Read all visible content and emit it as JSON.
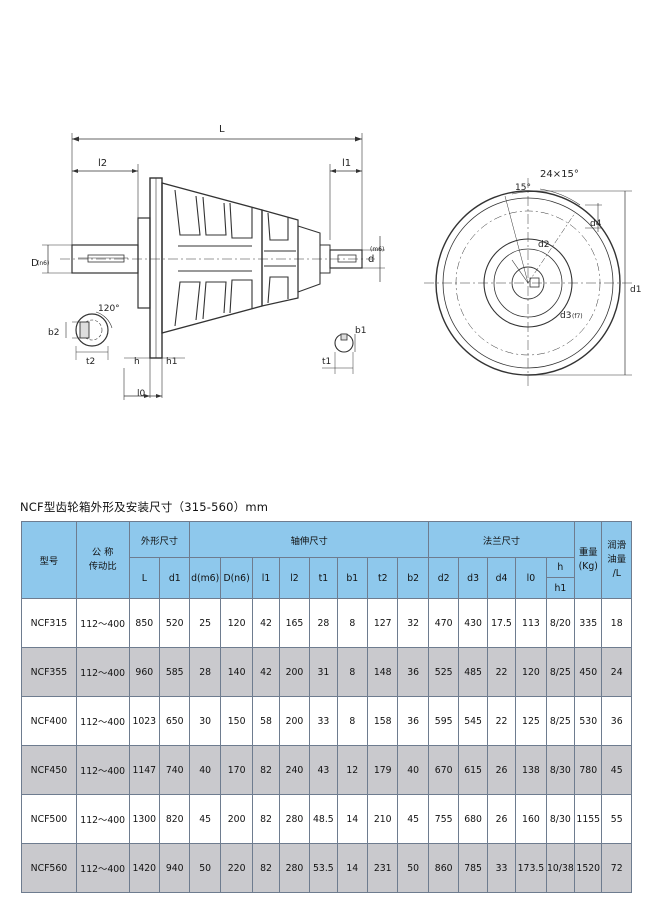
{
  "drawing": {
    "labels": {
      "L": "L",
      "l2": "l2",
      "l1": "l1",
      "D": "D",
      "D_sub": "(n6)",
      "d": "d",
      "d_sub": "(m6)",
      "angle120": "120°",
      "b2": "b2",
      "t2": "t2",
      "h": "h",
      "h1": "h1",
      "l0": "l0",
      "b1": "b1",
      "t1": "t1",
      "angle15": "15°",
      "holes": "24×15°",
      "d2": "d2",
      "d4": "d4",
      "d3": "d3",
      "d3_sub": "(f7)",
      "d1": "d1"
    }
  },
  "caption": "NCF型齿轮箱外形及安装尺寸（315-560）mm",
  "table": {
    "groups": {
      "model": "型号",
      "ratio_line1": "公  称",
      "ratio_line2": "传动比",
      "outline": "外形尺寸",
      "shaft": "轴伸尺寸",
      "flange": "法兰尺寸",
      "weight_line1": "重量",
      "weight_line2": "(Kg)",
      "oil_line1": "润滑",
      "oil_line2": "油量",
      "oil_line3": "/L"
    },
    "sub": {
      "L": "L",
      "d1": "d1",
      "dm6": "d(m6)",
      "Dn6": "D(n6)",
      "l1": "l1",
      "l2": "l2",
      "t1": "t1",
      "b1": "b1",
      "t2": "t2",
      "b2": "b2",
      "d2": "d2",
      "d3": "d3",
      "d4": "d4",
      "l0": "l0",
      "h": "h",
      "h1": "h1"
    },
    "rows": [
      {
        "model": "NCF315",
        "ratio": "112～400",
        "L": "850",
        "d1": "520",
        "d": "25",
        "D": "120",
        "l1": "42",
        "l2": "165",
        "t1": "28",
        "b1": "8",
        "t2": "127",
        "b2": "32",
        "d2": "470",
        "d3": "430",
        "d4": "17.5",
        "l0": "113",
        "hh1": "8/20",
        "weight": "335",
        "oil": "18"
      },
      {
        "model": "NCF355",
        "ratio": "112～400",
        "L": "960",
        "d1": "585",
        "d": "28",
        "D": "140",
        "l1": "42",
        "l2": "200",
        "t1": "31",
        "b1": "8",
        "t2": "148",
        "b2": "36",
        "d2": "525",
        "d3": "485",
        "d4": "22",
        "l0": "120",
        "hh1": "8/25",
        "weight": "450",
        "oil": "24"
      },
      {
        "model": "NCF400",
        "ratio": "112～400",
        "L": "1023",
        "d1": "650",
        "d": "30",
        "D": "150",
        "l1": "58",
        "l2": "200",
        "t1": "33",
        "b1": "8",
        "t2": "158",
        "b2": "36",
        "d2": "595",
        "d3": "545",
        "d4": "22",
        "l0": "125",
        "hh1": "8/25",
        "weight": "530",
        "oil": "36"
      },
      {
        "model": "NCF450",
        "ratio": "112～400",
        "L": "1147",
        "d1": "740",
        "d": "40",
        "D": "170",
        "l1": "82",
        "l2": "240",
        "t1": "43",
        "b1": "12",
        "t2": "179",
        "b2": "40",
        "d2": "670",
        "d3": "615",
        "d4": "26",
        "l0": "138",
        "hh1": "8/30",
        "weight": "780",
        "oil": "45"
      },
      {
        "model": "NCF500",
        "ratio": "112～400",
        "L": "1300",
        "d1": "820",
        "d": "45",
        "D": "200",
        "l1": "82",
        "l2": "280",
        "t1": "48.5",
        "b1": "14",
        "t2": "210",
        "b2": "45",
        "d2": "755",
        "d3": "680",
        "d4": "26",
        "l0": "160",
        "hh1": "8/30",
        "weight": "1155",
        "oil": "55"
      },
      {
        "model": "NCF560",
        "ratio": "112～400",
        "L": "1420",
        "d1": "940",
        "d": "50",
        "D": "220",
        "l1": "82",
        "l2": "280",
        "t1": "53.5",
        "b1": "14",
        "t2": "231",
        "b2": "50",
        "d2": "860",
        "d3": "785",
        "d4": "33",
        "l0": "173.5",
        "hh1": "10/38",
        "weight": "1520",
        "oil": "72"
      }
    ]
  }
}
